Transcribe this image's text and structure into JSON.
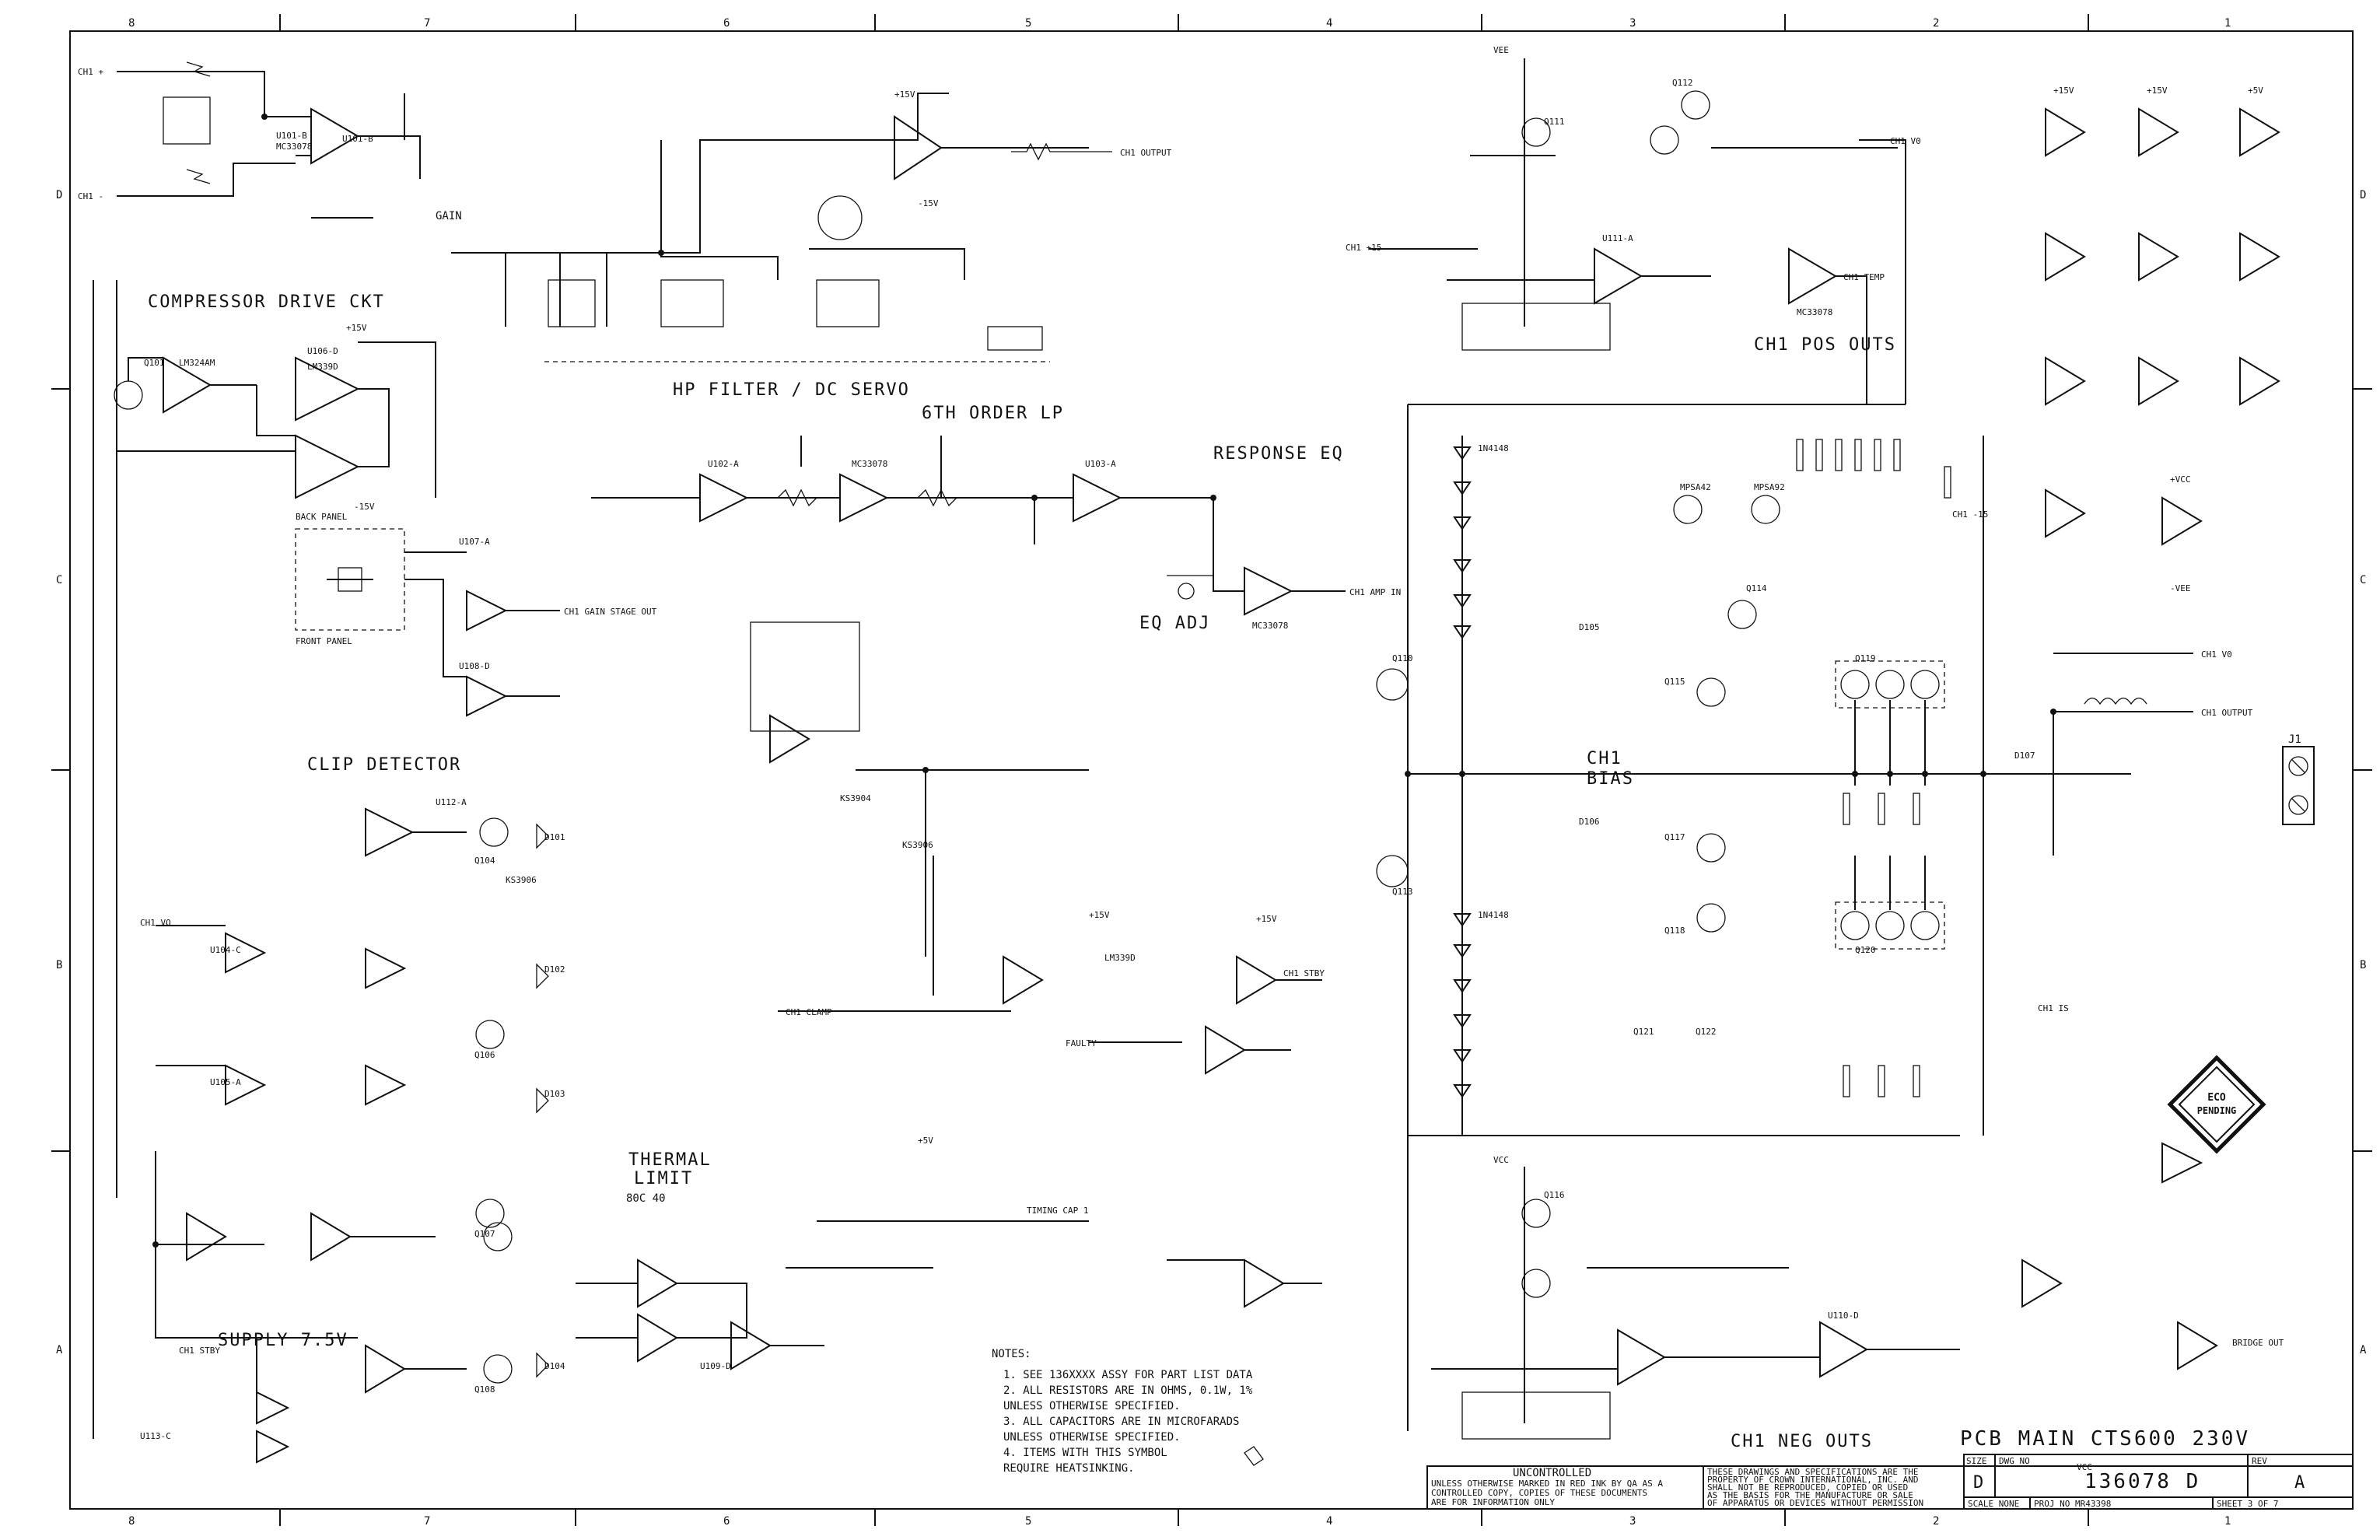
{
  "border": {
    "columns_top": [
      "8",
      "7",
      "6",
      "5",
      "4",
      "3",
      "2",
      "1"
    ],
    "columns_bottom": [
      "8",
      "7",
      "6",
      "5",
      "4",
      "3",
      "2",
      "1"
    ],
    "rows_left": [
      "D",
      "C",
      "B",
      "A"
    ],
    "rows_right": [
      "D",
      "C",
      "B",
      "A"
    ]
  },
  "section_titles": {
    "compressor": "COMPRESSOR DRIVE CKT",
    "hp_filter": "HP FILTER / DC SERVO",
    "sixth_order": "6TH ORDER LP",
    "response_eq": "RESPONSE EQ",
    "eq_adj": "EQ ADJ",
    "clip": "CLIP DETECTOR",
    "thermal": "THERMAL",
    "limit": "LIMIT",
    "limit_temp": "80C 40",
    "ch1_pos": "CH1 POS OUTS",
    "ch1_bias": "CH1",
    "bias": "BIAS",
    "ch1_neg": "CH1 NEG OUTS",
    "supply": "SUPPLY 7.5V",
    "gain": "GAIN",
    "back_panel": "BACK PANEL",
    "front_panel": "FRONT PANEL"
  },
  "signals": {
    "ch1_plus": "CH1 +",
    "ch1_minus": "CH1 -",
    "ch1_out": "CH1 OUTPUT",
    "ch1_stby": "CH1 STBY",
    "ch1_v0": "CH1 V0",
    "ch1_temp": "CH1 TEMP",
    "ch1_plus15": "CH1 +15",
    "ch1_minus15": "CH1 -15",
    "ch1_amp_in": "CH1 AMP IN",
    "ch1_gain_stage_out": "CH1 GAIN STAGE OUT",
    "ch1_clamp": "CH1 CLAMP",
    "tinning": "TIMING CAP 1",
    "faulty": "FAULTY",
    "ch1_vo_lo": "CH1 VO",
    "ch1_is": "CH1 IS",
    "bridge_out": "BRIDGE OUT"
  },
  "notes": {
    "heading": "NOTES:",
    "lines": [
      "1. SEE 136XXXX ASSY FOR PART LIST DATA",
      "2. ALL RESISTORS ARE IN OHMS, 0.1W, 1%",
      "   UNLESS OTHERWISE SPECIFIED.",
      "3. ALL CAPACITORS ARE IN MICROFARADS",
      "   UNLESS OTHERWISE SPECIFIED.",
      "4. ITEMS WITH THIS SYMBOL",
      "   REQUIRE HEATSINKING."
    ]
  },
  "stamp": {
    "line1": "ECO",
    "line2": "PENDING"
  },
  "title_block": {
    "uncontrolled": "UNCONTROLLED",
    "uncontrolled_note": [
      "UNLESS OTHERWISE MARKED IN RED INK BY QA AS A",
      "CONTROLLED COPY, COPIES OF THESE DOCUMENTS",
      "ARE FOR INFORMATION ONLY"
    ],
    "proprietary_note": [
      "THESE DRAWINGS AND SPECIFICATIONS ARE THE",
      "PROPERTY OF CROWN INTERNATIONAL, INC. AND",
      "SHALL NOT BE REPRODUCED, COPIED OR USED",
      "AS THE BASIS FOR THE MANUFACTURE OR SALE",
      "OF APPARATUS OR DEVICES WITHOUT PERMISSION"
    ],
    "title": "PCB MAIN CTS600 230V",
    "size_label": "SIZE",
    "size": "D",
    "dwg_label": "DWG NO",
    "dwg_no": "136078 D",
    "rev_label": "REV",
    "rev": "A",
    "scale": "SCALE  NONE",
    "proj": "PROJ NO  MR43398",
    "sheet": "SHEET 3 OF 7"
  },
  "parts": {
    "u101": "U101-B",
    "u102": "U102-A",
    "u103": "U103-A",
    "u104": "U104-C",
    "u105": "U105-A",
    "u106": "U106-D",
    "u107": "U107-A",
    "u108": "U108-D",
    "u109": "U109-D",
    "u110": "U110-D",
    "u111": "U111-A",
    "u112": "U112-A",
    "u113": "U113-C",
    "q101": "Q101",
    "q104": "Q104",
    "q106": "Q106",
    "q107": "Q107",
    "q108": "Q108",
    "q110": "Q110",
    "q111": "Q111",
    "q112": "Q112",
    "q113": "Q113",
    "q114": "Q114",
    "q115": "Q115",
    "q116": "Q116",
    "q117": "Q117",
    "q118": "Q118",
    "q119": "Q119",
    "q120": "Q120",
    "q121": "Q121",
    "q122": "Q122",
    "d101": "D101",
    "d102": "D102",
    "d103": "D103",
    "d104": "D104",
    "d105": "D105",
    "d106": "D106",
    "d107": "D107",
    "j1": "J1",
    "mc33078": "MC33078",
    "lm324": "LM324AM",
    "lm339": "LM339D",
    "ks3906": "KS3906",
    "ks3904": "KS3904",
    "mpsa42": "MPSA42",
    "mpsa92": "MPSA92",
    "in4148": "1N4148"
  },
  "supply_labels": {
    "p15": "+15V",
    "m15": "-15V",
    "p5": "+5V",
    "vcc": "VCC",
    "vee": "VEE",
    "vcc_plus": "+VCC",
    "vee_minus": "-VEE"
  }
}
